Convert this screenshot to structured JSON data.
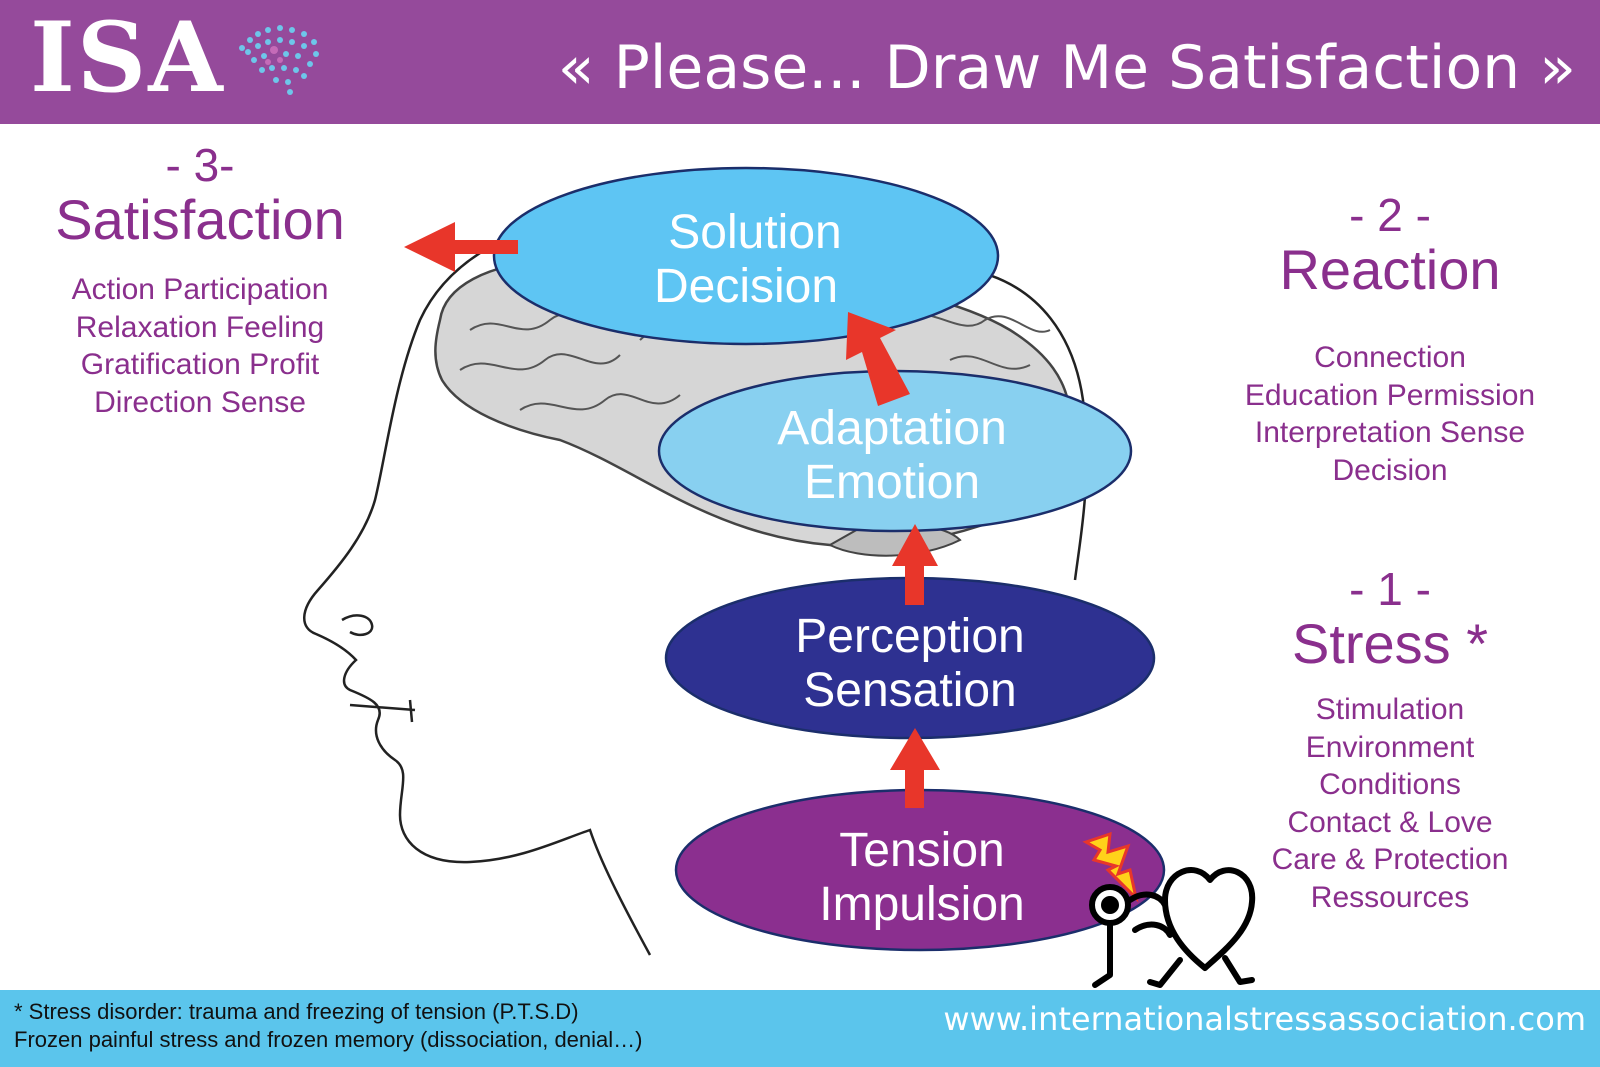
{
  "header": {
    "logo": "ISA",
    "title": "« Please... Draw Me Satisfaction »"
  },
  "nodes": {
    "solution": {
      "line1": "Solution",
      "line2": "Decision"
    },
    "adaptation": {
      "line1": "Adaptation",
      "line2": "Emotion"
    },
    "perception": {
      "line1": "Perception",
      "line2": "Sensation"
    },
    "tension": {
      "line1": "Tension",
      "line2": "Impulsion"
    }
  },
  "satisfaction": {
    "number": "- 3-",
    "title": "Satisfaction",
    "items": [
      "Action Participation",
      "Relaxation Feeling",
      "Gratification Profit",
      "Direction Sense"
    ]
  },
  "reaction": {
    "number": "- 2 -",
    "title": "Reaction",
    "items": [
      "Connection",
      "Education Permission",
      "Interpretation Sense",
      "Decision"
    ]
  },
  "stress": {
    "number": "- 1 -",
    "title": "Stress *",
    "items": [
      "Stimulation",
      "Environment",
      "Conditions",
      "Contact & Love",
      "Care & Protection",
      "Ressources"
    ]
  },
  "footer": {
    "note_line1": "* Stress disorder: trauma and freezing of tension (P.T.S.D)",
    "note_line2": "Frozen painful stress and frozen memory (dissociation, denial…)",
    "url": "www.internationalstressassociation.com"
  },
  "colors": {
    "header_bg": "#954a9b",
    "text_purple": "#8a2f8d",
    "footer_bg": "#5bc5ec",
    "arrow": "#e8362a",
    "solution": "#5ec5f3",
    "adaptation": "#88d0f0",
    "perception": "#2e3191",
    "tension": "#8b2f8f",
    "brain": "#d6d6d6"
  },
  "icons": [
    "isa-brain-dots-icon",
    "stressed-heart-icon",
    "lightning-bolt-icon"
  ]
}
